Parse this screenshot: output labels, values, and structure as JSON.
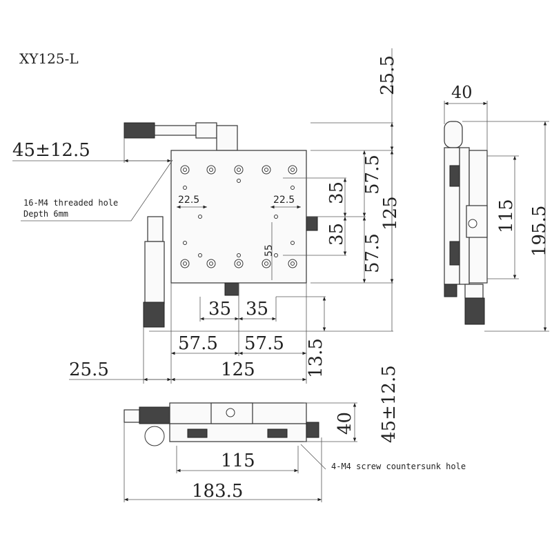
{
  "title": "XY125-L",
  "notes": {
    "threaded": "16-M4 threaded hole",
    "depth": "Depth 6mm",
    "countersunk": "4-M4 screw countersunk hole"
  },
  "dims": {
    "top_25_5": "25.5",
    "top_45": "45±12.5",
    "w40": "40",
    "h195_5": "195.5",
    "h115_side": "115",
    "v57_5a": "57.5",
    "v35a": "35",
    "v125": "125",
    "v35b": "35",
    "v57_5b": "57.5",
    "s22_5a": "22.5",
    "s22_5b": "22.5",
    "s55": "55",
    "h35a": "35",
    "h35b": "35",
    "h57_5a": "57.5",
    "h57_5b": "57.5",
    "h125": "125",
    "h25_5": "25.5",
    "v13_5": "13.5",
    "v45": "45±12.5",
    "v40": "40",
    "b115": "115",
    "b183_5": "183.5"
  }
}
